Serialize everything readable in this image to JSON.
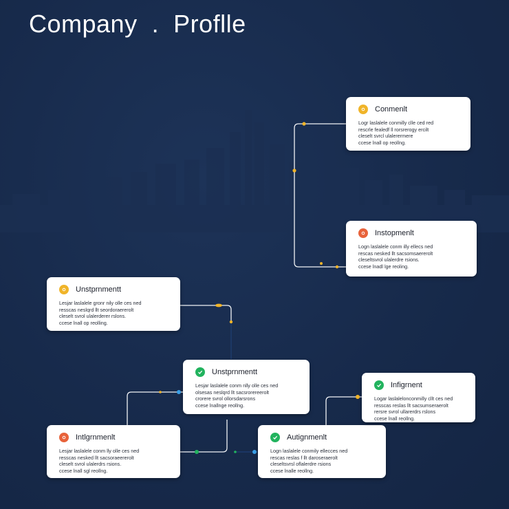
{
  "header": {
    "title": "Company  .  Proflle"
  },
  "colors": {
    "background": "#17294a",
    "card": "#ffffff",
    "connector": "#f1f3f6",
    "yellow": "#f0b429",
    "orange": "#e8623a",
    "green": "#22b35e",
    "blue": "#3aa0e8"
  },
  "cards": [
    {
      "id": "comment",
      "title": "Conmenlt",
      "icon": "yellow-circle-icon",
      "body": "Logr laslalele conmilly clle ced red\nrescrle fealedf ll rorsrerogy ercilt\ncleselt svrcl ulalerermere\nccese lnall op reollng."
    },
    {
      "id": "instopment",
      "title": "Instopmenlt",
      "icon": "orange-circle-icon",
      "body": "Logn laslalele conm illy ellecs ned\nrescas nesked llt sacsomsaererolt\ncleseltsvrol ulalerdre rsions.\nccese lnadl lge reoling."
    },
    {
      "id": "instprnmentt-left",
      "title": "Unstprnmentt",
      "icon": "yellow-circle-icon",
      "body": "Lesjar laslalele gronr nily olle ces ned\nresscas neslqrd llt seordoraererolt\ncleselt svrol ulalerderer rslons.\nccese lnall op reolling."
    },
    {
      "id": "instprnmentt-center",
      "title": "Unstprnmentt",
      "icon": "green-check-icon",
      "body": "Lesjar laslalele conm nlly olle ces ned\nolsesas neslqrd llt sacsrorereerolt\ncrorere svrol ollorsdarsrons\nccese lnallnge reollng."
    },
    {
      "id": "infgment-left",
      "title": "Intlgrnmenlt",
      "icon": "orange-circle-icon",
      "body": "Lesjar laslalele conm lly olle ces ned\nresscas nesked llt sacsoraeererolt\ncleselt svrol ulalerdrs rsions.\nccese lnall sgl reollng."
    },
    {
      "id": "autgnment",
      "title": "Autignmenlt",
      "icon": "green-check-icon",
      "body": "Logn laslalele conmily ellecces ned\nrescas reslas f llt daroseraerolt\ncleseltsvrsl oflalerdre rsions\nccese lnalle reollng."
    },
    {
      "id": "infigment-right",
      "title": "Infigrnent",
      "icon": "green-check-icon",
      "body": "Logar laslalelonconmilly cllt ces ned\nresscas reslas llt sacsumseraerolt\nrersre svrol ullarerdrs rslons\nccese lnall reollng."
    }
  ]
}
